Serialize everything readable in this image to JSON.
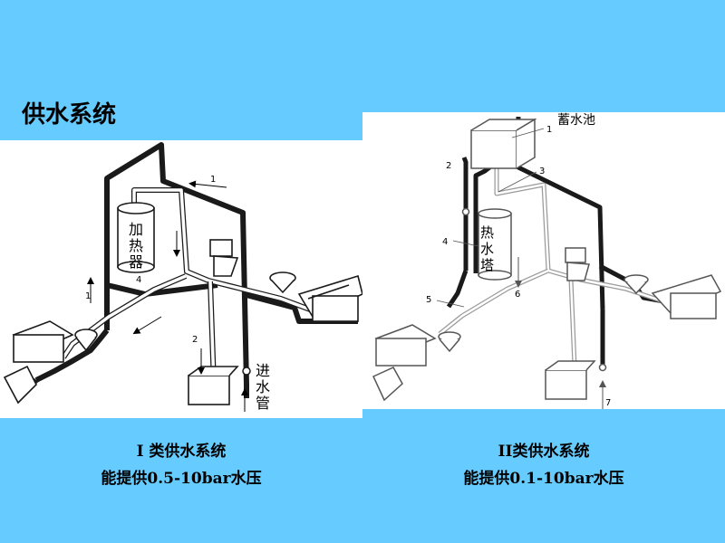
{
  "slide": {
    "title": "供水系统"
  },
  "left_diagram": {
    "heater_label": [
      "加",
      "热",
      "器"
    ],
    "inlet_label": [
      "进",
      "水",
      "管"
    ],
    "numbers": {
      "n1_top": "1",
      "n1_left": "1",
      "n2": "2",
      "n4": "4"
    }
  },
  "right_diagram": {
    "tank_label": "蓄水池",
    "heater_label": [
      "热",
      "水",
      "塔"
    ],
    "numbers": {
      "n1": "1",
      "n2": "2",
      "n3": "3",
      "n4": "4",
      "n5": "5",
      "n6": "6",
      "n7": "7"
    }
  },
  "captions": {
    "left": {
      "title": "I 类供水系统",
      "subtitle": "能提供0.5-10bar水压"
    },
    "right": {
      "title": "II类供水系统",
      "subtitle": "能提供0.1-10bar水压"
    }
  },
  "colors": {
    "background": "#66CCFF",
    "panel": "#FFFFFF",
    "cold_pipe": "#1A1A1A",
    "hot_pipe": "#FFFFFF"
  }
}
